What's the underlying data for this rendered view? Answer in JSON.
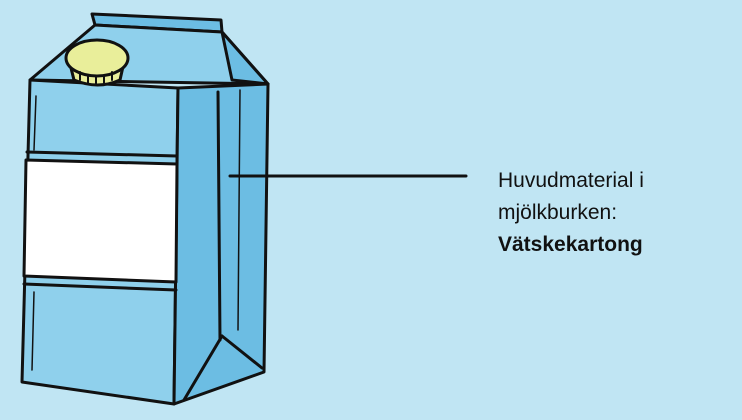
{
  "callout": {
    "line1": "Huvudmaterial i",
    "line2": "mjölkburken:",
    "material": "Vätskekartong"
  },
  "colors": {
    "background": "#c0e5f3",
    "carton_light": "#8fd0ec",
    "carton_mid": "#6cbde3",
    "carton_dark": "#4fa9d6",
    "cap": "#e9ee9a",
    "label_band": "#ffffff",
    "outline": "#111111"
  },
  "icons": {
    "carton": "milk-carton-icon",
    "cap": "screw-cap-icon"
  }
}
